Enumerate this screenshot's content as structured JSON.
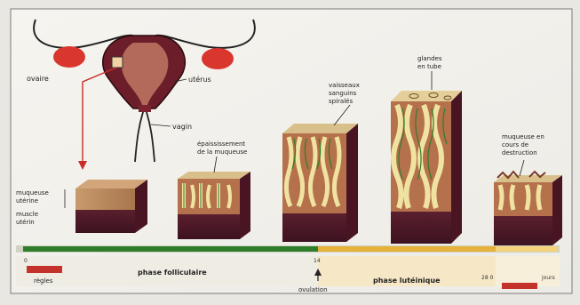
{
  "anatomy": {
    "ovary": "ovaire",
    "uterus": "utérus",
    "vagina": "vagin"
  },
  "stage_labels": {
    "thickening": [
      "épaississement",
      "de la muqueuse"
    ],
    "spiral_vessels": [
      "vaisseaux",
      "sanguins",
      "spiralés"
    ],
    "tubular_glands": [
      "glandes",
      "en tube"
    ],
    "destruction": [
      "muqueuse en",
      "cours de",
      "destruction"
    ],
    "mucosa": [
      "muqueuse",
      "utérine"
    ],
    "muscle": [
      "muscle",
      "utérin"
    ]
  },
  "timeline": {
    "day_start": "0",
    "day_mid": "14",
    "day_late": "28 0",
    "day_end": "jours",
    "follicular_phase": "phase folliculaire",
    "luteal_phase": "phase lutéinique",
    "ovulation": "ovulation",
    "menses": "règles",
    "colors": {
      "follicular": "#2f7d2a",
      "luteal": "#e6b13a",
      "menses": "#c4332b"
    }
  }
}
